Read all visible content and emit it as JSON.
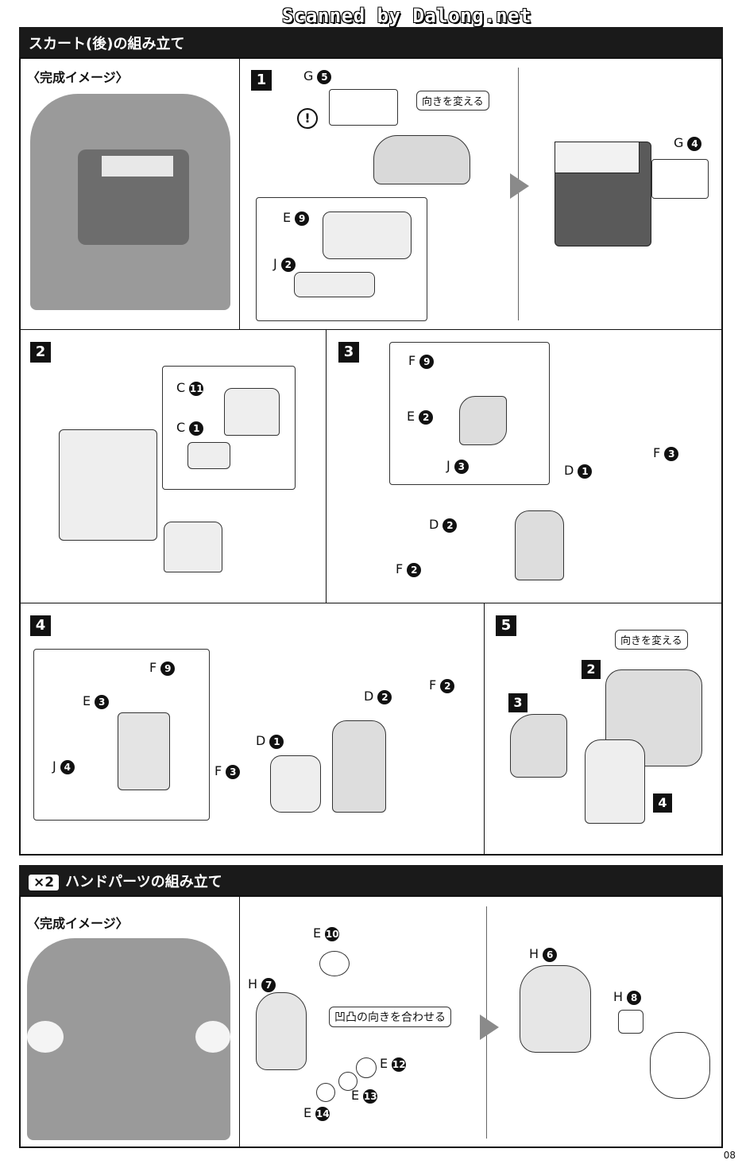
{
  "watermark": "Scanned by Dalong.net",
  "section1": {
    "title": "スカート(後)の組み立て",
    "complete_caption": "〈完成イメージ〉",
    "steps": {
      "s1": {
        "num": "1",
        "labels": [
          "G5",
          "E9",
          "J2",
          "G4"
        ],
        "note": "向きを変える"
      },
      "s2": {
        "num": "2",
        "labels": [
          "C11",
          "C1"
        ]
      },
      "s3": {
        "num": "3",
        "labels": [
          "F9",
          "E2",
          "J3",
          "D1",
          "F3",
          "D2",
          "F2"
        ]
      },
      "s4": {
        "num": "4",
        "labels": [
          "F9",
          "E3",
          "J4",
          "D2",
          "F2",
          "D1",
          "F3"
        ]
      },
      "s5": {
        "num": "5",
        "labels": [
          "2",
          "3",
          "4"
        ],
        "note": "向きを変える"
      }
    }
  },
  "section2": {
    "badge": "×2",
    "title": "ハンドパーツの組み立て",
    "complete_caption": "〈完成イメージ〉",
    "labels": [
      "E10",
      "H7",
      "E12",
      "E13",
      "E14",
      "H6",
      "H8"
    ],
    "note": "凹凸の向きを合わせる"
  },
  "page_number": "08",
  "colors": {
    "bar": "#1a1a1a",
    "accent_arrow": "#8a8a8a"
  }
}
